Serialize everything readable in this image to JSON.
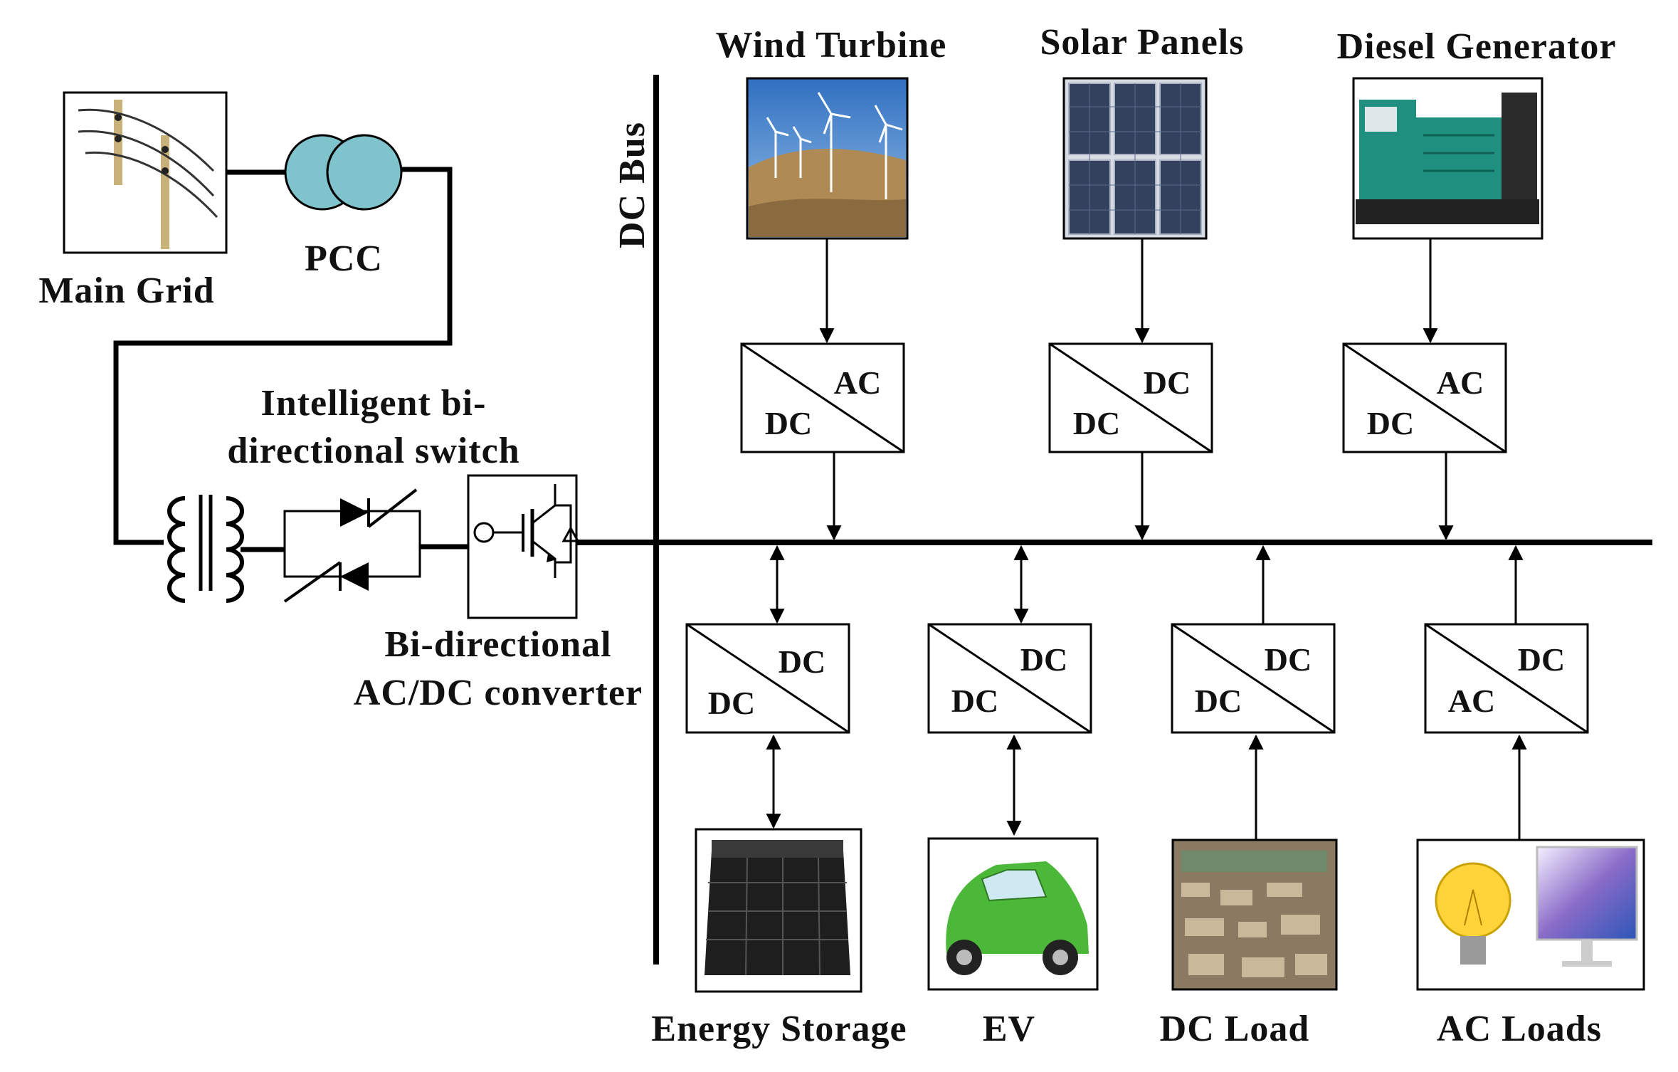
{
  "labels": {
    "main_grid": "Main Grid",
    "pcc": "PCC",
    "dc_bus": "DC Bus",
    "switch_line1": "Intelligent bi-",
    "switch_line2": "directional switch",
    "converter_line1": "Bi-directional",
    "converter_line2": "AC/DC converter",
    "wind": "Wind Turbine",
    "solar": "Solar Panels",
    "diesel": "Diesel Generator",
    "storage": "Energy Storage",
    "ev": "EV",
    "dc_load": "DC Load",
    "ac_loads": "AC Loads"
  },
  "converters": {
    "wind": {
      "top": "AC",
      "bottom": "DC"
    },
    "solar": {
      "top": "DC",
      "bottom": "DC"
    },
    "diesel": {
      "top": "AC",
      "bottom": "DC"
    },
    "storage": {
      "top": "DC",
      "bottom": "DC"
    },
    "ev": {
      "top": "DC",
      "bottom": "DC"
    },
    "dc_load": {
      "top": "DC",
      "bottom": "DC"
    },
    "ac_loads": {
      "top": "DC",
      "bottom": "AC"
    }
  },
  "colors": {
    "pcc_fill": "#7fc4cc",
    "sky": "#4a86c8",
    "hill": "#b08a55",
    "panel": "#33405e",
    "genset": "#1f8f7f",
    "car": "#4cb83a",
    "bulb": "#ffd43a"
  }
}
